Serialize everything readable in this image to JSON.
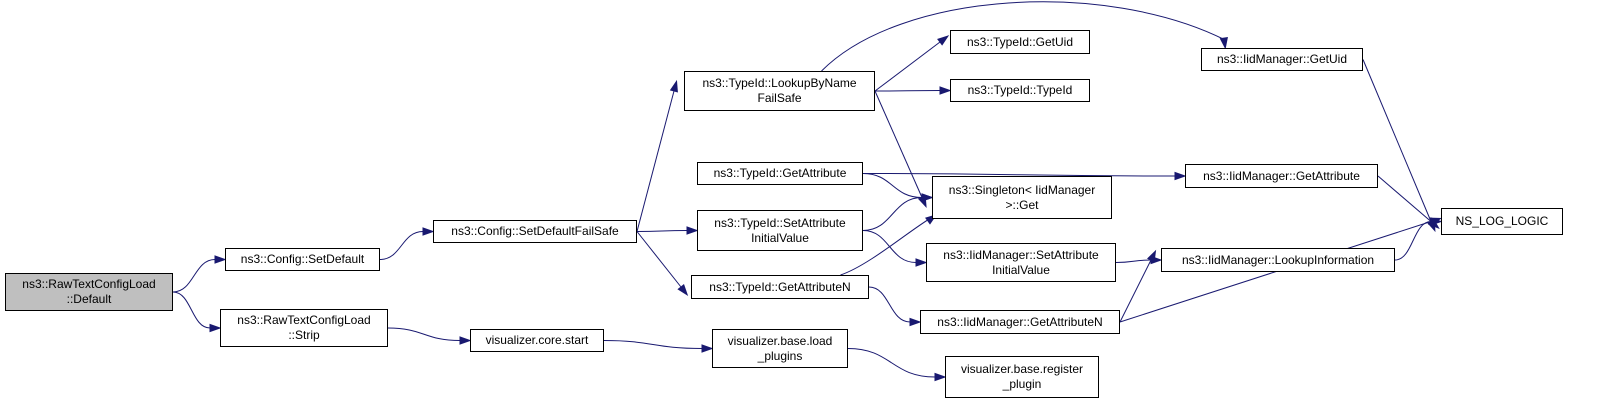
{
  "diagram": {
    "nodes": {
      "root": [
        "ns3::RawTextConfigLoad",
        "::Default"
      ],
      "config_setdefault": [
        "ns3::Config::SetDefault"
      ],
      "rawtext_strip": [
        "ns3::RawTextConfigLoad",
        "::Strip"
      ],
      "config_setdefaultfailsafe": [
        "ns3::Config::SetDefaultFailSafe"
      ],
      "viz_core_start": [
        "visualizer.core.start"
      ],
      "typeid_lookupbyname": [
        "ns3::TypeId::LookupByName",
        "FailSafe"
      ],
      "typeid_getattribute": [
        "ns3::TypeId::GetAttribute"
      ],
      "typeid_setattribute": [
        "ns3::TypeId::SetAttribute",
        "InitialValue"
      ],
      "typeid_getattributen": [
        "ns3::TypeId::GetAttributeN"
      ],
      "viz_base_load": [
        "visualizer.base.load",
        "_plugins"
      ],
      "typeid_getuid": [
        "ns3::TypeId::GetUid"
      ],
      "typeid_typeid": [
        "ns3::TypeId::TypeId"
      ],
      "singleton_get": [
        "ns3::Singleton< IidManager",
        ">::Get"
      ],
      "iid_setattribute": [
        "ns3::IidManager::SetAttribute",
        "InitialValue"
      ],
      "iid_getattributen": [
        "ns3::IidManager::GetAttributeN"
      ],
      "viz_base_register": [
        "visualizer.base.register",
        "_plugin"
      ],
      "iid_getuid": [
        "ns3::IidManager::GetUid"
      ],
      "iid_getattribute": [
        "ns3::IidManager::GetAttribute"
      ],
      "iid_lookupinformation": [
        "ns3::IidManager::LookupInformation"
      ],
      "ns_log_logic": [
        "NS_LOG_LOGIC"
      ]
    },
    "edges": [
      [
        "root",
        "config_setdefault"
      ],
      [
        "root",
        "rawtext_strip"
      ],
      [
        "config_setdefault",
        "config_setdefaultfailsafe"
      ],
      [
        "rawtext_strip",
        "viz_core_start"
      ],
      [
        "config_setdefaultfailsafe",
        "typeid_lookupbyname"
      ],
      [
        "config_setdefaultfailsafe",
        "typeid_setattribute"
      ],
      [
        "config_setdefaultfailsafe",
        "typeid_getattributen"
      ],
      [
        "viz_core_start",
        "viz_base_load"
      ],
      [
        "viz_base_load",
        "viz_base_register"
      ],
      [
        "typeid_lookupbyname",
        "iid_getuid"
      ],
      [
        "typeid_lookupbyname",
        "typeid_getuid"
      ],
      [
        "typeid_lookupbyname",
        "typeid_typeid"
      ],
      [
        "typeid_lookupbyname",
        "singleton_get"
      ],
      [
        "typeid_getattribute",
        "singleton_get"
      ],
      [
        "typeid_getattribute",
        "iid_getattribute"
      ],
      [
        "typeid_setattribute",
        "singleton_get"
      ],
      [
        "typeid_setattribute",
        "iid_setattribute"
      ],
      [
        "typeid_getattributen",
        "singleton_get"
      ],
      [
        "typeid_getattributen",
        "iid_getattributen"
      ],
      [
        "iid_setattribute",
        "iid_lookupinformation"
      ],
      [
        "iid_getattributen",
        "iid_lookupinformation"
      ],
      [
        "iid_getattributen",
        "ns_log_logic"
      ],
      [
        "iid_getuid",
        "ns_log_logic"
      ],
      [
        "iid_getattribute",
        "ns_log_logic"
      ],
      [
        "iid_lookupinformation",
        "ns_log_logic"
      ]
    ]
  }
}
